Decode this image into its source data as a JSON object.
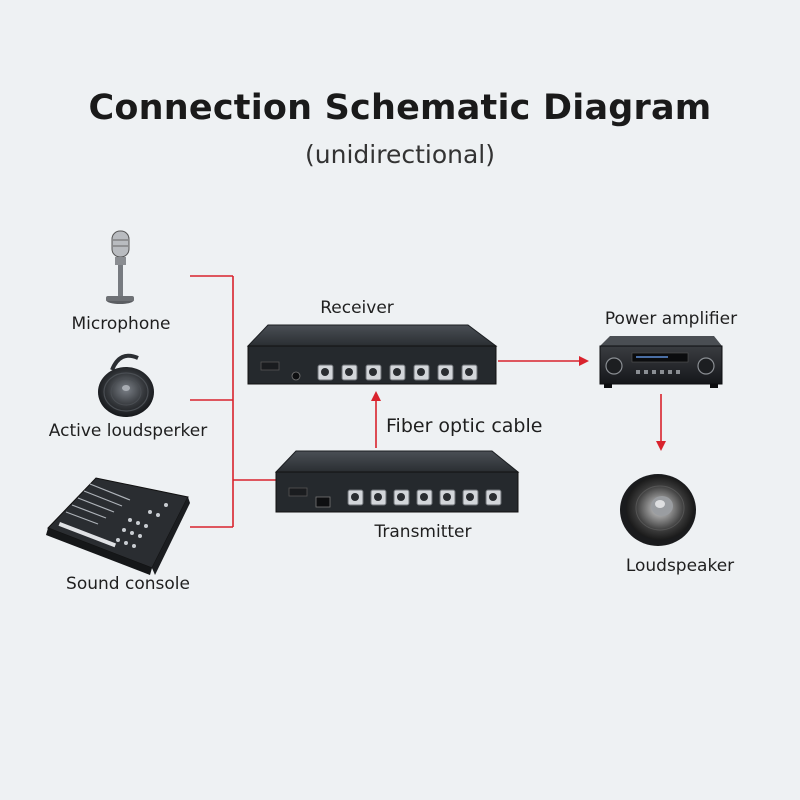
{
  "title": "Connection Schematic Diagram",
  "subtitle": "(unidirectional)",
  "devices": {
    "microphone": "Microphone",
    "active_loudspeaker": "Active loudsperker",
    "sound_console": "Sound console",
    "receiver": "Receiver",
    "transmitter": "Transmitter",
    "power_amplifier": "Power amplifier",
    "loudspeaker": "Loudspeaker"
  },
  "link_label": "Fiber optic cable",
  "colors": {
    "connector_line": "#d9232d",
    "device_body": "#2b2f33",
    "background": "#eef1f3"
  }
}
